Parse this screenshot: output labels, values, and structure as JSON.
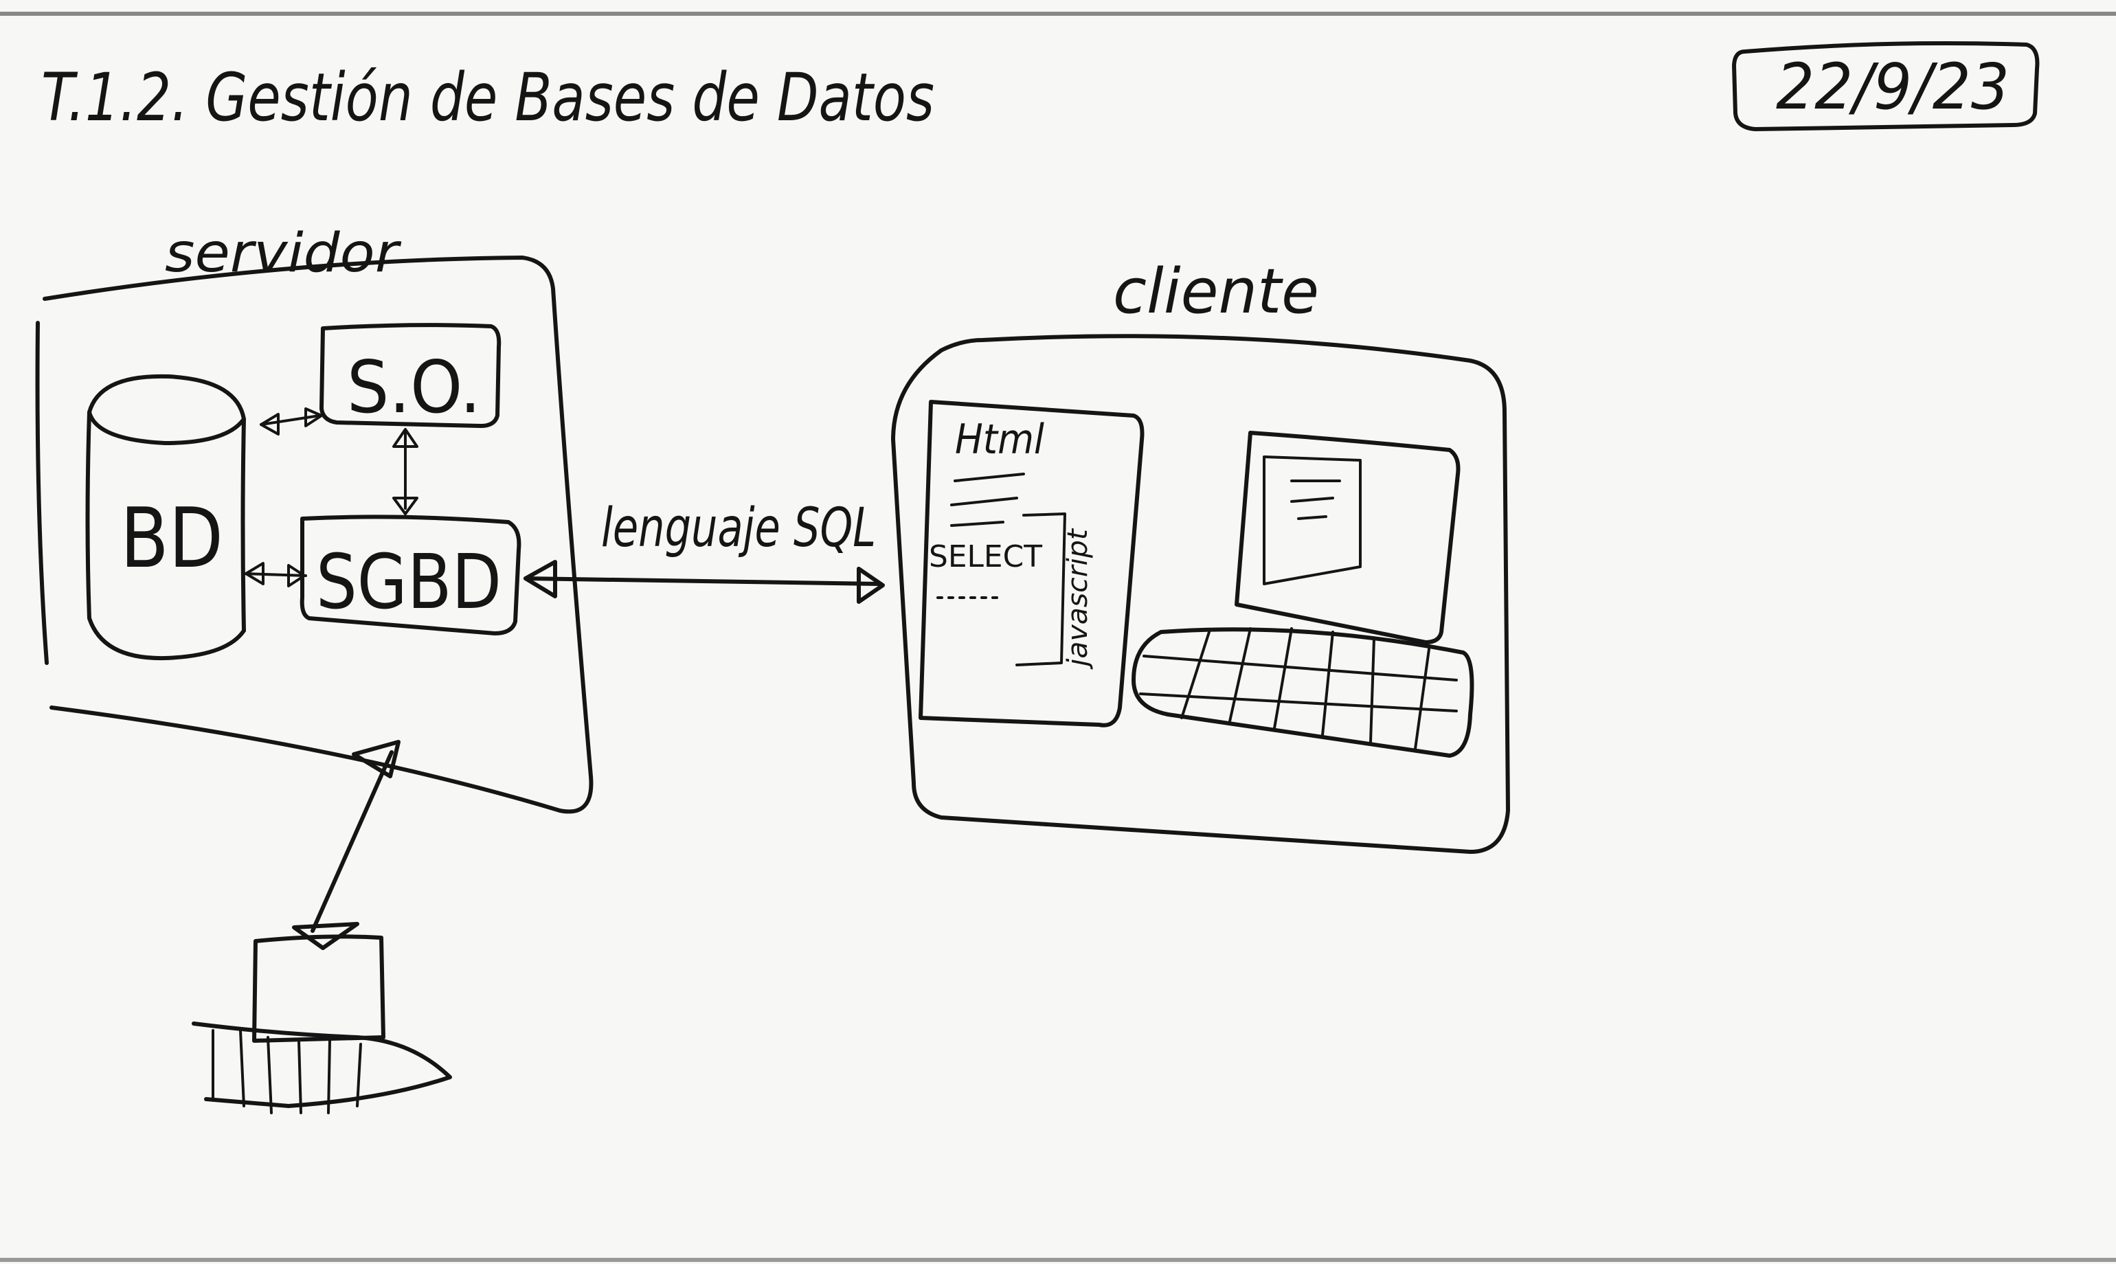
{
  "whiteboard": {
    "title": "T.1.2. Gestión de Bases de Datos",
    "date": "22/9/23",
    "server": {
      "label": "servidor",
      "database_label": "BD",
      "os_label": "S.O.",
      "dbms_label": "SGBD"
    },
    "connection_label": "lenguaje SQL",
    "client": {
      "label": "cliente",
      "document_title": "Html",
      "query_keyword": "SELECT",
      "script_label": "javascript"
    },
    "colors": {
      "ink": "#151515",
      "board": "#f7f7f5"
    }
  }
}
